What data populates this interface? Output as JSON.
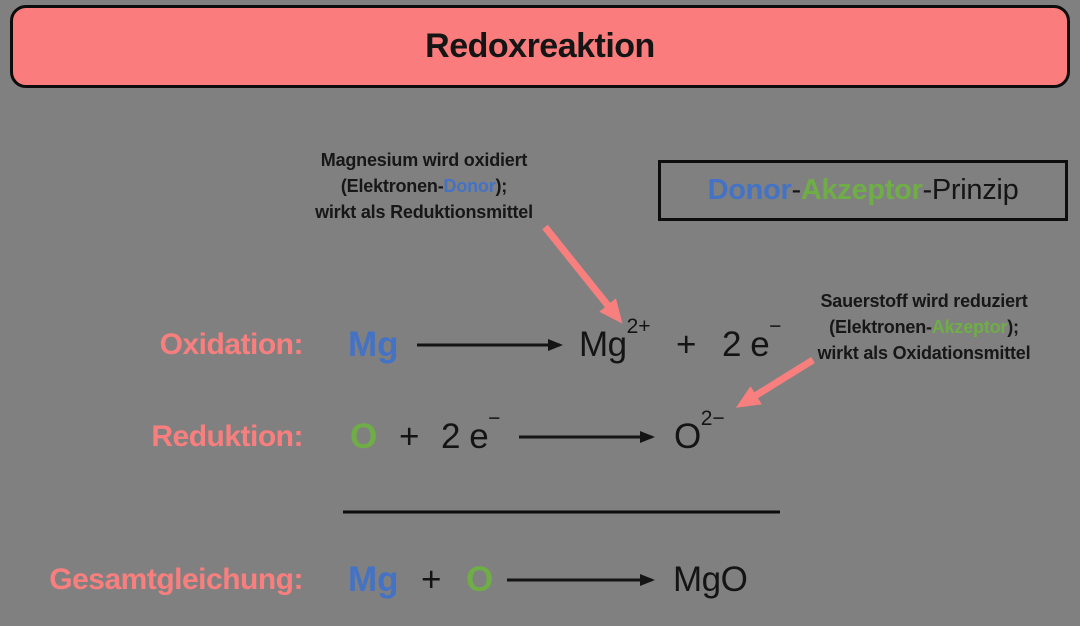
{
  "colors": {
    "background": "#808080",
    "banner_fill": "#fa7c7c",
    "salmon": "#f97f7f",
    "blue": "#4472c4",
    "green": "#6fae46",
    "black": "#141414"
  },
  "title": {
    "label": "Redoxreaktion"
  },
  "principle_box": {
    "donor": "Donor",
    "hyphen": "-",
    "akzeptor": "Akzeptor",
    "suffix": "-Prinzip"
  },
  "annotation_donor": {
    "line1": "Magnesium wird oxidiert",
    "line2_pre": "(Elektronen-",
    "line2_word": "Donor",
    "line2_post": ");",
    "line3": "wirkt als Reduktionsmittel"
  },
  "annotation_akzeptor": {
    "line1": "Sauerstoff wird reduziert",
    "line2_pre": "(Elektronen-",
    "line2_word": "Akzeptor",
    "line2_post": ");",
    "line3": "wirkt als Oxidationsmittel"
  },
  "oxidation": {
    "label": "Oxidation:",
    "reactant": "Mg",
    "product_base": "Mg",
    "product_sup": "2+",
    "plus": "+",
    "electron_base": "2 e",
    "electron_sup": "−"
  },
  "reduktion": {
    "label": "Reduktion:",
    "reactant": "O",
    "plus": "+",
    "electron_base": "2 e",
    "electron_sup": "−",
    "product_base": "O",
    "product_sup": "2−"
  },
  "gesamtgleichung": {
    "label": "Gesamtgleichung:",
    "reactant1": "Mg",
    "plus": "+",
    "reactant2": "O",
    "product": "MgO"
  }
}
